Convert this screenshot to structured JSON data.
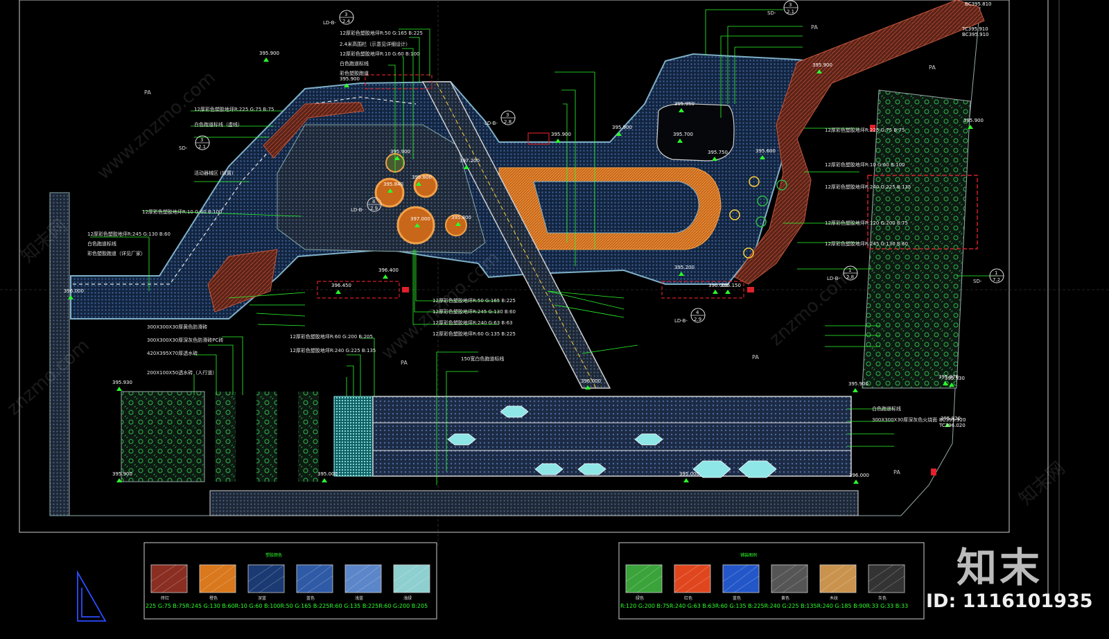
{
  "plan": {
    "area_labels": [
      "PA",
      "PA",
      "PA",
      "PA",
      "PA",
      "PA"
    ],
    "elevations": [
      "395.900",
      "395.900",
      "395.900",
      "395.900",
      "395.950",
      "395.700",
      "395.750",
      "395.900",
      "395.900",
      "395.900",
      "395.840",
      "395.800",
      "397.000",
      "395.800",
      "397.200",
      "395.600",
      "396.400",
      "395.200",
      "396.000",
      "396.000",
      "395.900",
      "395.930",
      "395.000",
      "395.000",
      "396.000",
      "395.930",
      "395.900",
      "395.970",
      "395.920",
      "396.000",
      "396.450",
      "396.150"
    ],
    "bc_labels": [
      "BC395.810",
      "TC395.910 BC395.910",
      "BC395.920 TC396.020"
    ],
    "callouts": [
      {
        "num": "3",
        "sheet": "2.4",
        "tag": "LD-B-"
      },
      {
        "num": "3",
        "sheet": "2.1",
        "tag": "SD-"
      },
      {
        "num": "3",
        "sheet": "2.1",
        "tag": "SD-"
      },
      {
        "num": "3",
        "sheet": "2.8",
        "tag": "LD-B-"
      },
      {
        "num": "1",
        "sheet": "2.8",
        "tag": "LD-B-"
      },
      {
        "num": "4",
        "sheet": "2.9",
        "tag": "LD-B-"
      },
      {
        "num": "4",
        "sheet": "2.9",
        "tag": "LD-B-"
      },
      {
        "num": "1",
        "sheet": "7.2",
        "tag": "SD-"
      }
    ],
    "notes_top": [
      "12厚彩色塑胶地坪R:50 G:165 B:225",
      "2.4米高围栏（示意见详细设计）",
      "12厚彩色塑胶地坪R:10 G:60 B:100",
      "白色跑道标线",
      "彩色塑胶跑道"
    ],
    "notes_left": [
      "12厚彩色塑胶地坪R:225 G:75 B:75",
      "白色跑道标线（虚线）",
      "活动器械区 (放置)",
      "12厚彩色塑胶地坪R:10 G:60 B:100",
      "12厚彩色塑胶地坪R:245 G:130 B:60",
      "白色跑道标线",
      "彩色塑胶跑道（详见厂家）"
    ],
    "notes_mid": [
      "12厚彩色塑胶地坪R:50 G:165 B:225",
      "12厚彩色塑胶地坪R:245 G:130 B:60",
      "12厚彩色塑胶地坪R:240 G:63 B:63",
      "12厚彩色塑胶地坪R:60 G:135 B:225"
    ],
    "notes_right": [
      "12厚彩色塑胶地坪R:225 G:75 B:75",
      "12厚彩色塑胶地坪R:10 G:60 B:100",
      "12厚彩色塑胶地坪R:240 G:225 B:135",
      "12厚彩色塑胶地坪R:120 G:200 B:75",
      "12厚彩色塑胶地坪R:245 G:130 B:60"
    ],
    "notes_bottom": [
      "300X300X30厚黄色防滑砖",
      "300X300X30厚深灰色防滑砖PC砖",
      "420X395X70厚透水砖",
      "200X100X50透水砖（人行道）",
      "12厚彩色塑胶地坪R:60 G:200 B:205",
      "12厚彩色塑胶地坪R:240 G:225 B:135",
      "150宽白色跑道标线",
      "300X300X30厚深灰色火烧面",
      "白色跑道标线"
    ]
  },
  "legend_left": {
    "title": "塑胶颜色",
    "items": [
      {
        "color": "#8a2e22",
        "name": "砖红",
        "code": "R:225 G:75 B:75"
      },
      {
        "color": "#d9781c",
        "name": "橙色",
        "code": "R:245 G:130 B:60"
      },
      {
        "color": "#1b3a73",
        "name": "深蓝",
        "code": "R:10 G:60 B:100"
      },
      {
        "color": "#2f5aa6",
        "name": "蓝色",
        "code": "R:50 G:165 B:225"
      },
      {
        "color": "#5b86c9",
        "name": "浅蓝",
        "code": "R:60 G:135 B:225"
      },
      {
        "color": "#8ecfcf",
        "name": "浅绿",
        "code": "R:60 G:200 B:205"
      }
    ],
    "caption": "225 G:75 B:75R:245 G:130 B:60R:10 G:60 B:100R:50 G:165 B:225R:60 G:135 B:225R:60 G:200 B:205"
  },
  "legend_right": {
    "title": "铺装图例",
    "items": [
      {
        "color": "#3aa33a",
        "name": "绿色",
        "code": "R:120 G:200 B:75"
      },
      {
        "color": "#e0461e",
        "name": "红色",
        "code": "R:240 G:63 B:63"
      },
      {
        "color": "#2356c8",
        "name": "蓝色",
        "code": "R:60 G:135 B:225"
      },
      {
        "color": "#555555",
        "name": "黄色",
        "code": "R:240 G:225 B:135"
      },
      {
        "color": "#c9934e",
        "name": "木纹",
        "code": "R:240 G:185 B:90"
      },
      {
        "color": "#333333",
        "name": "灰色",
        "code": "R:33 G:33 B:33"
      }
    ],
    "caption": "R:120 G:200 B:75R:240 G:63 B:63R:60 G:135 B:225R:240 G:225 B:135R:240 G:185 B:90R:33 G:33 B:33"
  },
  "brand": {
    "logo": "知末",
    "id": "ID: 1116101935"
  },
  "watermarks": [
    "www.znzmo.com",
    "知末网",
    "znzmo.com",
    "www.znzmo.com",
    "znzmo.com",
    "知末网"
  ]
}
